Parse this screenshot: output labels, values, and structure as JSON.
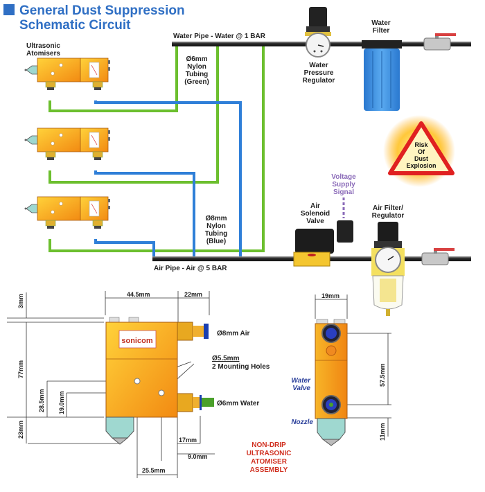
{
  "title": {
    "line1": "General Dust Suppression",
    "line2": "Schematic Circuit",
    "bullet_color": "#2f6fc4"
  },
  "schematic": {
    "atomisers_label": [
      "Ultrasonic",
      "Atomisers"
    ],
    "atomiser_count": 3,
    "water_pipe_label": "Water Pipe - Water @ 1 BAR",
    "air_pipe_label": "Air Pipe - Air @ 5 BAR",
    "green_tubing_label": [
      "Ø6mm",
      "Nylon",
      "Tubing",
      "(Green)"
    ],
    "blue_tubing_label": [
      "Ø8mm",
      "Nylon",
      "Tubing",
      "(Blue)"
    ],
    "water_pressure_regulator_label": [
      "Water",
      "Pressure",
      "Regulator"
    ],
    "water_filter_label": [
      "Water",
      "Filter"
    ],
    "warning_label": [
      "Risk",
      "Of",
      "Dust",
      "Explosion"
    ],
    "voltage_label": [
      "Voltage",
      "Supply",
      "Signal"
    ],
    "air_solenoid_label": [
      "Air",
      "Solenoid",
      "Valve"
    ],
    "air_filter_label": [
      "Air Filter/",
      "Regulator"
    ],
    "colors": {
      "water_tubing": "#6cbf2e",
      "air_tubing": "#2f7fd8",
      "pipe": "#333333",
      "atomiser_body": "#f4a51c",
      "water_filter": "#3a8fd8",
      "warning_border": "#e02020"
    }
  },
  "assembly": {
    "dimensions": {
      "top_gap": "3mm",
      "body_height": "77mm",
      "nozzle_height": "23mm",
      "hole1_height": "28.5mm",
      "hole2_height": "19.0mm",
      "body_width": "44.5mm",
      "fitting_width": "22mm",
      "hole_spacing": "25.5mm",
      "water_offset": "17mm",
      "air_offset": "9.0mm",
      "side_width": "19mm",
      "port_spacing": "57.5mm",
      "nozzle_side": "11mm"
    },
    "air_port_label": "Ø8mm Air",
    "water_port_label": "Ø6mm Water",
    "mounting_holes_label": [
      "Ø5.5mm",
      "2 Mounting Holes"
    ],
    "brand": "sonicom",
    "water_valve_label": [
      "Water",
      "Valve"
    ],
    "nozzle_label": "Nozzle",
    "assembly_title": [
      "NON-DRIP",
      "ULTRASONIC",
      "ATOMISER",
      "ASSEMBLY"
    ]
  }
}
